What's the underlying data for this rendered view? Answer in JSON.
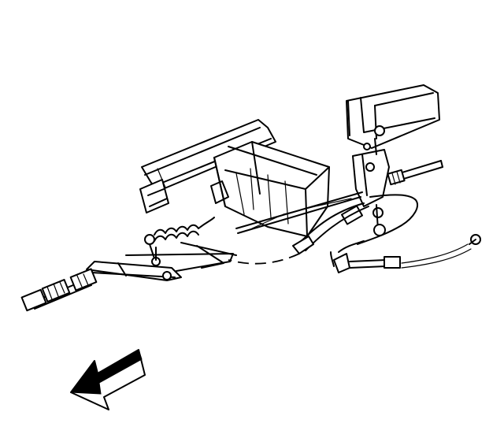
{
  "diagram": {
    "labels": [],
    "components": [
      "frame-crossmember",
      "left-frame-rail",
      "right-frame-rail",
      "cable-mounting-bracket",
      "front-parking-brake-cable",
      "equalizer-lever",
      "return-spring",
      "intermediate-cable",
      "rear-cable",
      "direction-arrow"
    ]
  }
}
